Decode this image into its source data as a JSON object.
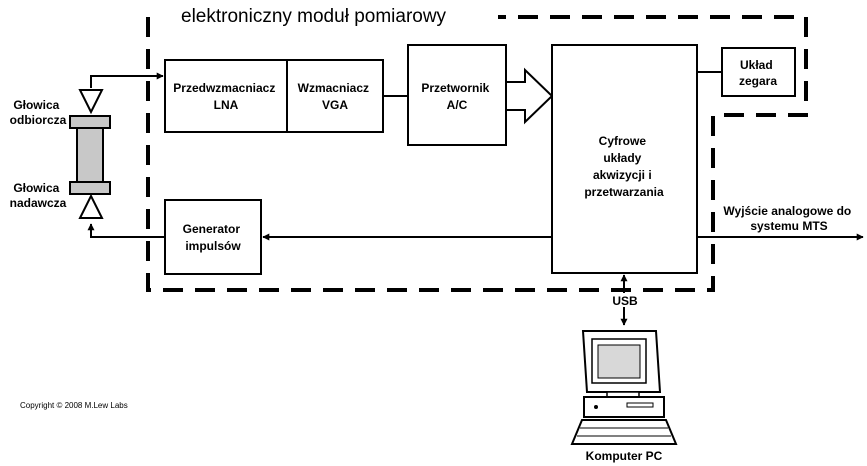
{
  "title": "elektroniczny moduł pomiarowy",
  "blocks": {
    "preamp": [
      "Przedwzmacniacz",
      "LNA"
    ],
    "vga": [
      "Wzmacniacz",
      "VGA"
    ],
    "adc": [
      "Przetwornik",
      "A/C"
    ],
    "digital": [
      "Cyfrowe",
      "układy",
      "akwizycji i",
      "przetwarzania"
    ],
    "clock": [
      "Układ",
      "zegara"
    ],
    "pulse": [
      "Generator",
      "impulsów"
    ]
  },
  "heads": {
    "receiver": [
      "Głowica",
      "odbiorcza"
    ],
    "transmitter": [
      "Głowica",
      "nadawcza"
    ]
  },
  "output": [
    "Wyjście analogowe do",
    "systemu MTS"
  ],
  "usb": "USB",
  "computer": "Komputer PC",
  "copyright": "Copyright © 2008 M.Lew Labs",
  "colors": {
    "line": "#000000",
    "background": "#ffffff",
    "head_body": "#c8c8c8",
    "screen": "#d8d8d8"
  }
}
